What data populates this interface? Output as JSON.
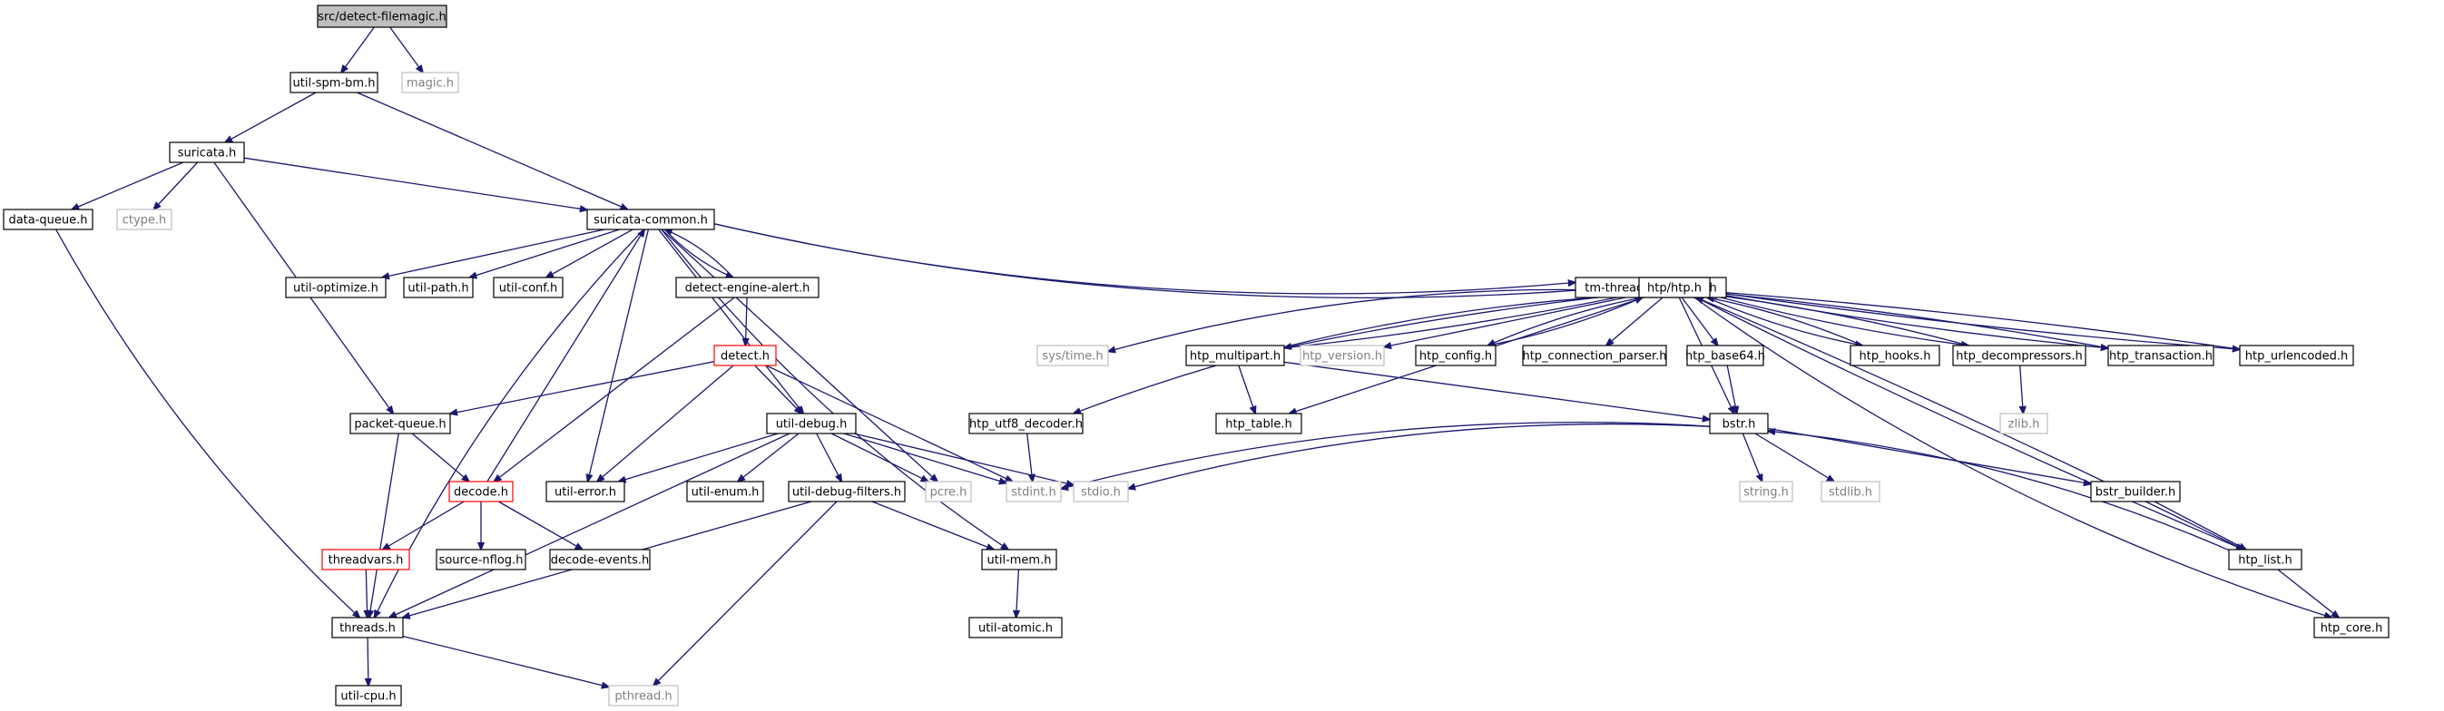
{
  "graph": {
    "title": "src/detect-filemagic.h",
    "colors": {
      "edge": "#191970",
      "root_fill": "#bfbfbf",
      "normal_border": "#000000",
      "missing_border": "#bfbfbf",
      "missing_text": "#7f7f7f",
      "truncated_border": "#ff0000"
    },
    "nodes": [
      {
        "id": "root",
        "label": "src/detect-filemagic.h",
        "kind": "root"
      },
      {
        "id": "spm",
        "label": "util-spm-bm.h",
        "kind": "normal"
      },
      {
        "id": "magic",
        "label": "magic.h",
        "kind": "missing"
      },
      {
        "id": "suricata",
        "label": "suricata.h",
        "kind": "normal"
      },
      {
        "id": "dataq",
        "label": "data-queue.h",
        "kind": "normal"
      },
      {
        "id": "ctype",
        "label": "ctype.h",
        "kind": "missing"
      },
      {
        "id": "common",
        "label": "suricata-common.h",
        "kind": "normal"
      },
      {
        "id": "tmthreads",
        "label": "tm-threads-common.h",
        "kind": "normal"
      },
      {
        "id": "optimize",
        "label": "util-optimize.h",
        "kind": "normal"
      },
      {
        "id": "path",
        "label": "util-path.h",
        "kind": "normal"
      },
      {
        "id": "conf",
        "label": "util-conf.h",
        "kind": "normal"
      },
      {
        "id": "dea",
        "label": "detect-engine-alert.h",
        "kind": "normal"
      },
      {
        "id": "htp",
        "label": "htp/htp.h",
        "kind": "normal"
      },
      {
        "id": "systime",
        "label": "sys/time.h",
        "kind": "missing"
      },
      {
        "id": "multipart",
        "label": "htp_multipart.h",
        "kind": "normal"
      },
      {
        "id": "version",
        "label": "htp_version.h",
        "kind": "missing"
      },
      {
        "id": "hconfig",
        "label": "htp_config.h",
        "kind": "normal"
      },
      {
        "id": "connp",
        "label": "htp_connection_parser.h",
        "kind": "normal"
      },
      {
        "id": "b64",
        "label": "htp_base64.h",
        "kind": "normal"
      },
      {
        "id": "hooks",
        "label": "htp_hooks.h",
        "kind": "normal"
      },
      {
        "id": "decomp",
        "label": "htp_decompressors.h",
        "kind": "normal"
      },
      {
        "id": "trans",
        "label": "htp_transaction.h",
        "kind": "normal"
      },
      {
        "id": "urlenc",
        "label": "htp_urlencoded.h",
        "kind": "normal"
      },
      {
        "id": "detect",
        "label": "detect.h",
        "kind": "truncated"
      },
      {
        "id": "utf8",
        "label": "htp_utf8_decoder.h",
        "kind": "normal"
      },
      {
        "id": "table",
        "label": "htp_table.h",
        "kind": "normal"
      },
      {
        "id": "zlib",
        "label": "zlib.h",
        "kind": "missing"
      },
      {
        "id": "pq",
        "label": "packet-queue.h",
        "kind": "normal"
      },
      {
        "id": "udebug",
        "label": "util-debug.h",
        "kind": "normal"
      },
      {
        "id": "bstr",
        "label": "bstr.h",
        "kind": "normal"
      },
      {
        "id": "decode",
        "label": "decode.h",
        "kind": "truncated"
      },
      {
        "id": "uerror",
        "label": "util-error.h",
        "kind": "normal"
      },
      {
        "id": "uenum",
        "label": "util-enum.h",
        "kind": "normal"
      },
      {
        "id": "udf",
        "label": "util-debug-filters.h",
        "kind": "normal"
      },
      {
        "id": "pcre",
        "label": "pcre.h",
        "kind": "missing"
      },
      {
        "id": "stdint",
        "label": "stdint.h",
        "kind": "missing"
      },
      {
        "id": "stdio",
        "label": "stdio.h",
        "kind": "missing"
      },
      {
        "id": "string",
        "label": "string.h",
        "kind": "missing"
      },
      {
        "id": "stdlib",
        "label": "stdlib.h",
        "kind": "missing"
      },
      {
        "id": "bbuilder",
        "label": "bstr_builder.h",
        "kind": "normal"
      },
      {
        "id": "tvars",
        "label": "threadvars.h",
        "kind": "truncated"
      },
      {
        "id": "nflog",
        "label": "source-nflog.h",
        "kind": "normal"
      },
      {
        "id": "devents",
        "label": "decode-events.h",
        "kind": "normal"
      },
      {
        "id": "umem",
        "label": "util-mem.h",
        "kind": "normal"
      },
      {
        "id": "hlist",
        "label": "htp_list.h",
        "kind": "normal"
      },
      {
        "id": "threads",
        "label": "threads.h",
        "kind": "normal"
      },
      {
        "id": "atomic",
        "label": "util-atomic.h",
        "kind": "normal"
      },
      {
        "id": "hcore",
        "label": "htp_core.h",
        "kind": "normal"
      },
      {
        "id": "cpu",
        "label": "util-cpu.h",
        "kind": "normal"
      },
      {
        "id": "pthread",
        "label": "pthread.h",
        "kind": "missing"
      }
    ],
    "edges": [
      [
        "root",
        "spm"
      ],
      [
        "root",
        "magic"
      ],
      [
        "spm",
        "suricata"
      ],
      [
        "spm",
        "common"
      ],
      [
        "suricata",
        "dataq"
      ],
      [
        "suricata",
        "ctype"
      ],
      [
        "suricata",
        "common"
      ],
      [
        "suricata",
        "pq"
      ],
      [
        "dataq",
        "threads"
      ],
      [
        "common",
        "tmthreads"
      ],
      [
        "common",
        "optimize"
      ],
      [
        "common",
        "path"
      ],
      [
        "common",
        "conf"
      ],
      [
        "common",
        "dea"
      ],
      [
        "common",
        "htp"
      ],
      [
        "common",
        "threads"
      ],
      [
        "common",
        "uerror"
      ],
      [
        "common",
        "udebug"
      ],
      [
        "common",
        "pcre"
      ],
      [
        "common",
        "umem"
      ],
      [
        "dea",
        "common"
      ],
      [
        "dea",
        "detect"
      ],
      [
        "dea",
        "decode"
      ],
      [
        "detect",
        "pq"
      ],
      [
        "detect",
        "udebug"
      ],
      [
        "detect",
        "uerror"
      ],
      [
        "detect",
        "stdint"
      ],
      [
        "pq",
        "decode"
      ],
      [
        "pq",
        "threads"
      ],
      [
        "decode",
        "common"
      ],
      [
        "decode",
        "tvars"
      ],
      [
        "decode",
        "nflog"
      ],
      [
        "decode",
        "devents"
      ],
      [
        "tvars",
        "threads"
      ],
      [
        "udebug",
        "uerror"
      ],
      [
        "udebug",
        "uenum"
      ],
      [
        "udebug",
        "udf"
      ],
      [
        "udebug",
        "pcre"
      ],
      [
        "udebug",
        "stdint"
      ],
      [
        "udebug",
        "stdio"
      ],
      [
        "udebug",
        "threads"
      ],
      [
        "udf",
        "umem"
      ],
      [
        "udf",
        "threads"
      ],
      [
        "udf",
        "pthread"
      ],
      [
        "umem",
        "atomic"
      ],
      [
        "threads",
        "cpu"
      ],
      [
        "threads",
        "pthread"
      ],
      [
        "htp",
        "systime"
      ],
      [
        "htp",
        "multipart"
      ],
      [
        "htp",
        "version"
      ],
      [
        "htp",
        "hconfig"
      ],
      [
        "htp",
        "connp"
      ],
      [
        "htp",
        "b64"
      ],
      [
        "htp",
        "hooks"
      ],
      [
        "htp",
        "decomp"
      ],
      [
        "htp",
        "trans"
      ],
      [
        "htp",
        "urlenc"
      ],
      [
        "htp",
        "utf8"
      ],
      [
        "htp",
        "table"
      ],
      [
        "htp",
        "bstr"
      ],
      [
        "htp",
        "hlist"
      ],
      [
        "htp",
        "hcore"
      ],
      [
        "multipart",
        "htp"
      ],
      [
        "multipart",
        "table"
      ],
      [
        "multipart",
        "bstr"
      ],
      [
        "hconfig",
        "htp"
      ],
      [
        "hooks",
        "htp"
      ],
      [
        "decomp",
        "htp"
      ],
      [
        "trans",
        "htp"
      ],
      [
        "urlenc",
        "htp"
      ],
      [
        "decomp",
        "zlib"
      ],
      [
        "b64",
        "bstr"
      ],
      [
        "utf8",
        "stdint"
      ],
      [
        "bstr",
        "stdint"
      ],
      [
        "bstr",
        "stdio"
      ],
      [
        "bstr",
        "string"
      ],
      [
        "bstr",
        "stdlib"
      ],
      [
        "bstr",
        "bbuilder"
      ],
      [
        "bbuilder",
        "hlist"
      ],
      [
        "hlist",
        "bstr"
      ],
      [
        "hlist",
        "hcore"
      ],
      [
        "hlist",
        "htp"
      ]
    ]
  }
}
